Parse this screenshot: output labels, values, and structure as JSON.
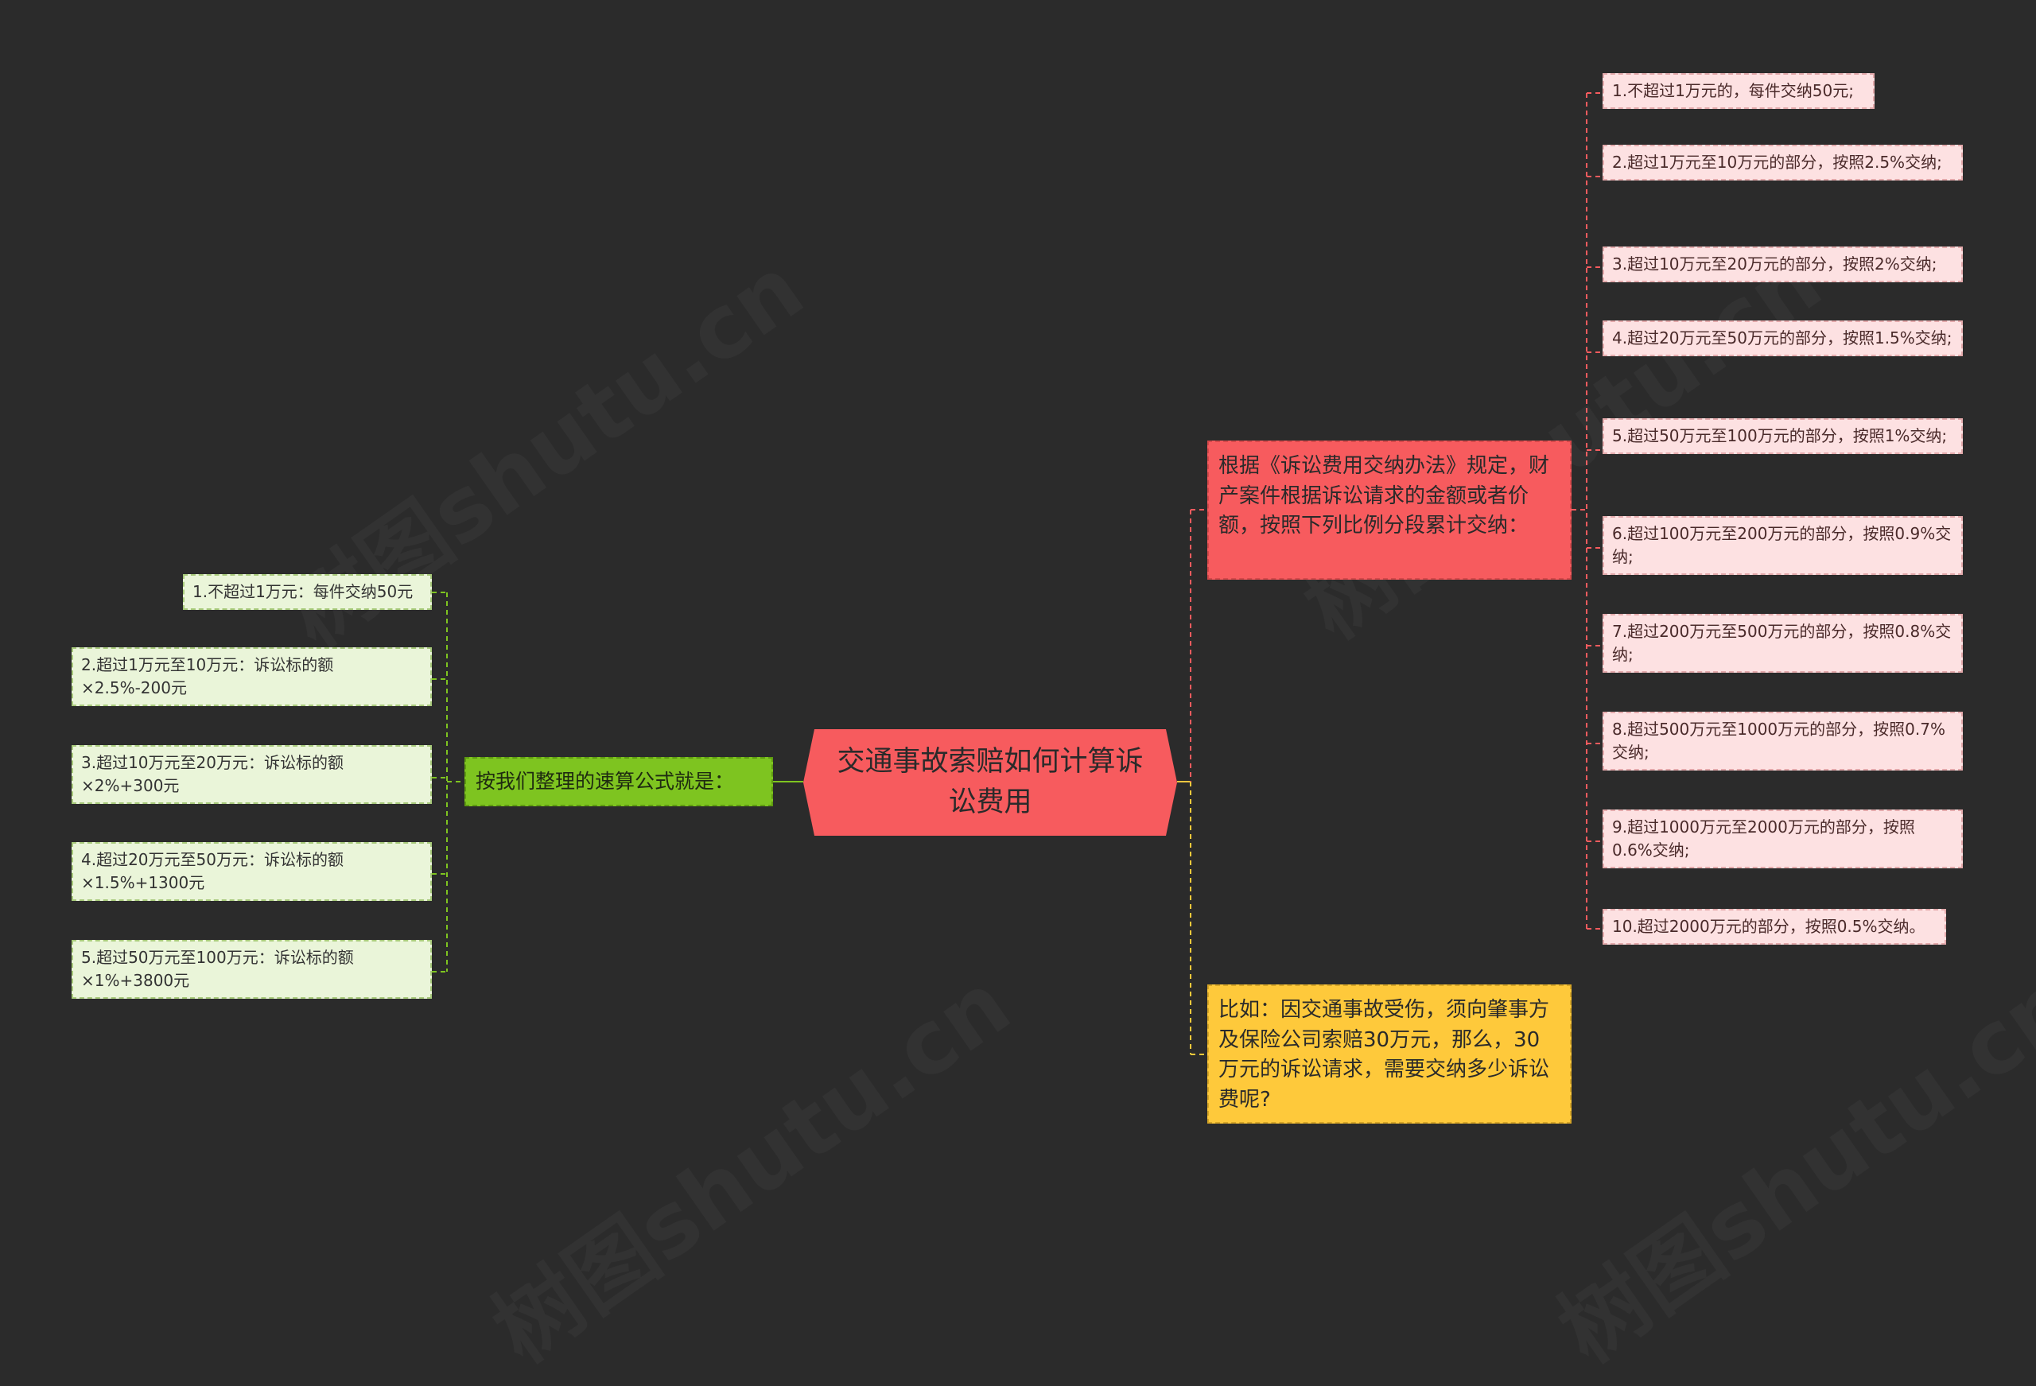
{
  "center": {
    "text": "交通事故索赔如何计算诉讼费用"
  },
  "left_branch": {
    "label": "按我们整理的速算公式就是：",
    "items": [
      "1.不超过1万元：每件交纳50元",
      "2.超过1万元至10万元：诉讼标的额×2.5%-200元",
      "3.超过10万元至20万元：诉讼标的额×2%+300元",
      "4.超过20万元至50万元：诉讼标的额×1.5%+1300元",
      "5.超过50万元至100万元：诉讼标的额×1%+3800元"
    ]
  },
  "right_branch_rules": {
    "label": "根据《诉讼费用交纳办法》规定，财产案件根据诉讼请求的金额或者价额，按照下列比例分段累计交纳：",
    "items": [
      "1.不超过1万元的，每件交纳50元;",
      "2.超过1万元至10万元的部分，按照2.5%交纳;",
      "3.超过10万元至20万元的部分，按照2%交纳;",
      "4.超过20万元至50万元的部分，按照1.5%交纳;",
      "5.超过50万元至100万元的部分，按照1%交纳;",
      "6.超过100万元至200万元的部分，按照0.9%交纳;",
      "7.超过200万元至500万元的部分，按照0.8%交纳;",
      "8.超过500万元至1000万元的部分，按照0.7%交纳;",
      "9.超过1000万元至2000万元的部分，按照0.6%交纳;",
      "10.超过2000万元的部分，按照0.5%交纳。"
    ]
  },
  "right_branch_example": {
    "label": "比如：因交通事故受伤，须向肇事方及保险公司索赔30万元，那么，30万元的诉讼请求，需要交纳多少诉讼费呢?"
  },
  "watermark": "树图shutu.cn",
  "colors": {
    "background": "#2b2b2b",
    "center": "#f75b5e",
    "green": "#7ec420",
    "yellow": "#fec93b",
    "green_leaf": "#eaf5d9",
    "red_leaf": "#fde1e2"
  }
}
